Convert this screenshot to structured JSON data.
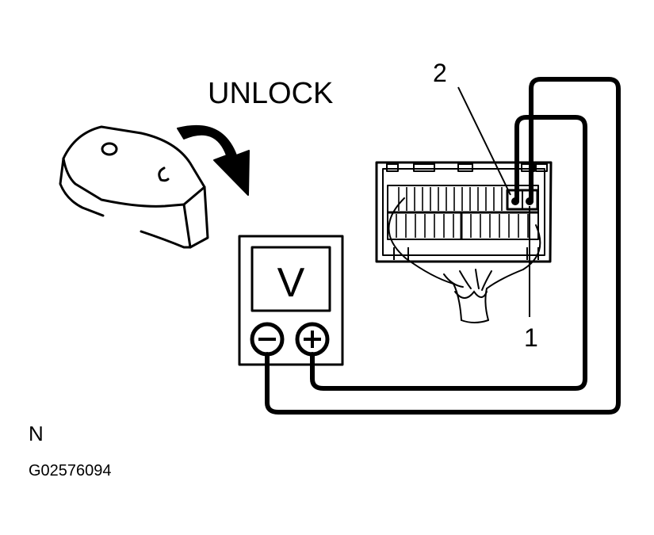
{
  "diagram": {
    "action_label": "UNLOCK",
    "callout_2": "2",
    "callout_1": "1",
    "meter_symbol": "V",
    "view_code": "N",
    "figure_id": "G02576094"
  },
  "colors": {
    "ink": "#000000",
    "paper": "#ffffff"
  },
  "icons": {
    "negative_terminal": "minus-sign",
    "positive_terminal": "plus-sign",
    "rotation_arrow": "curved-arrow"
  }
}
